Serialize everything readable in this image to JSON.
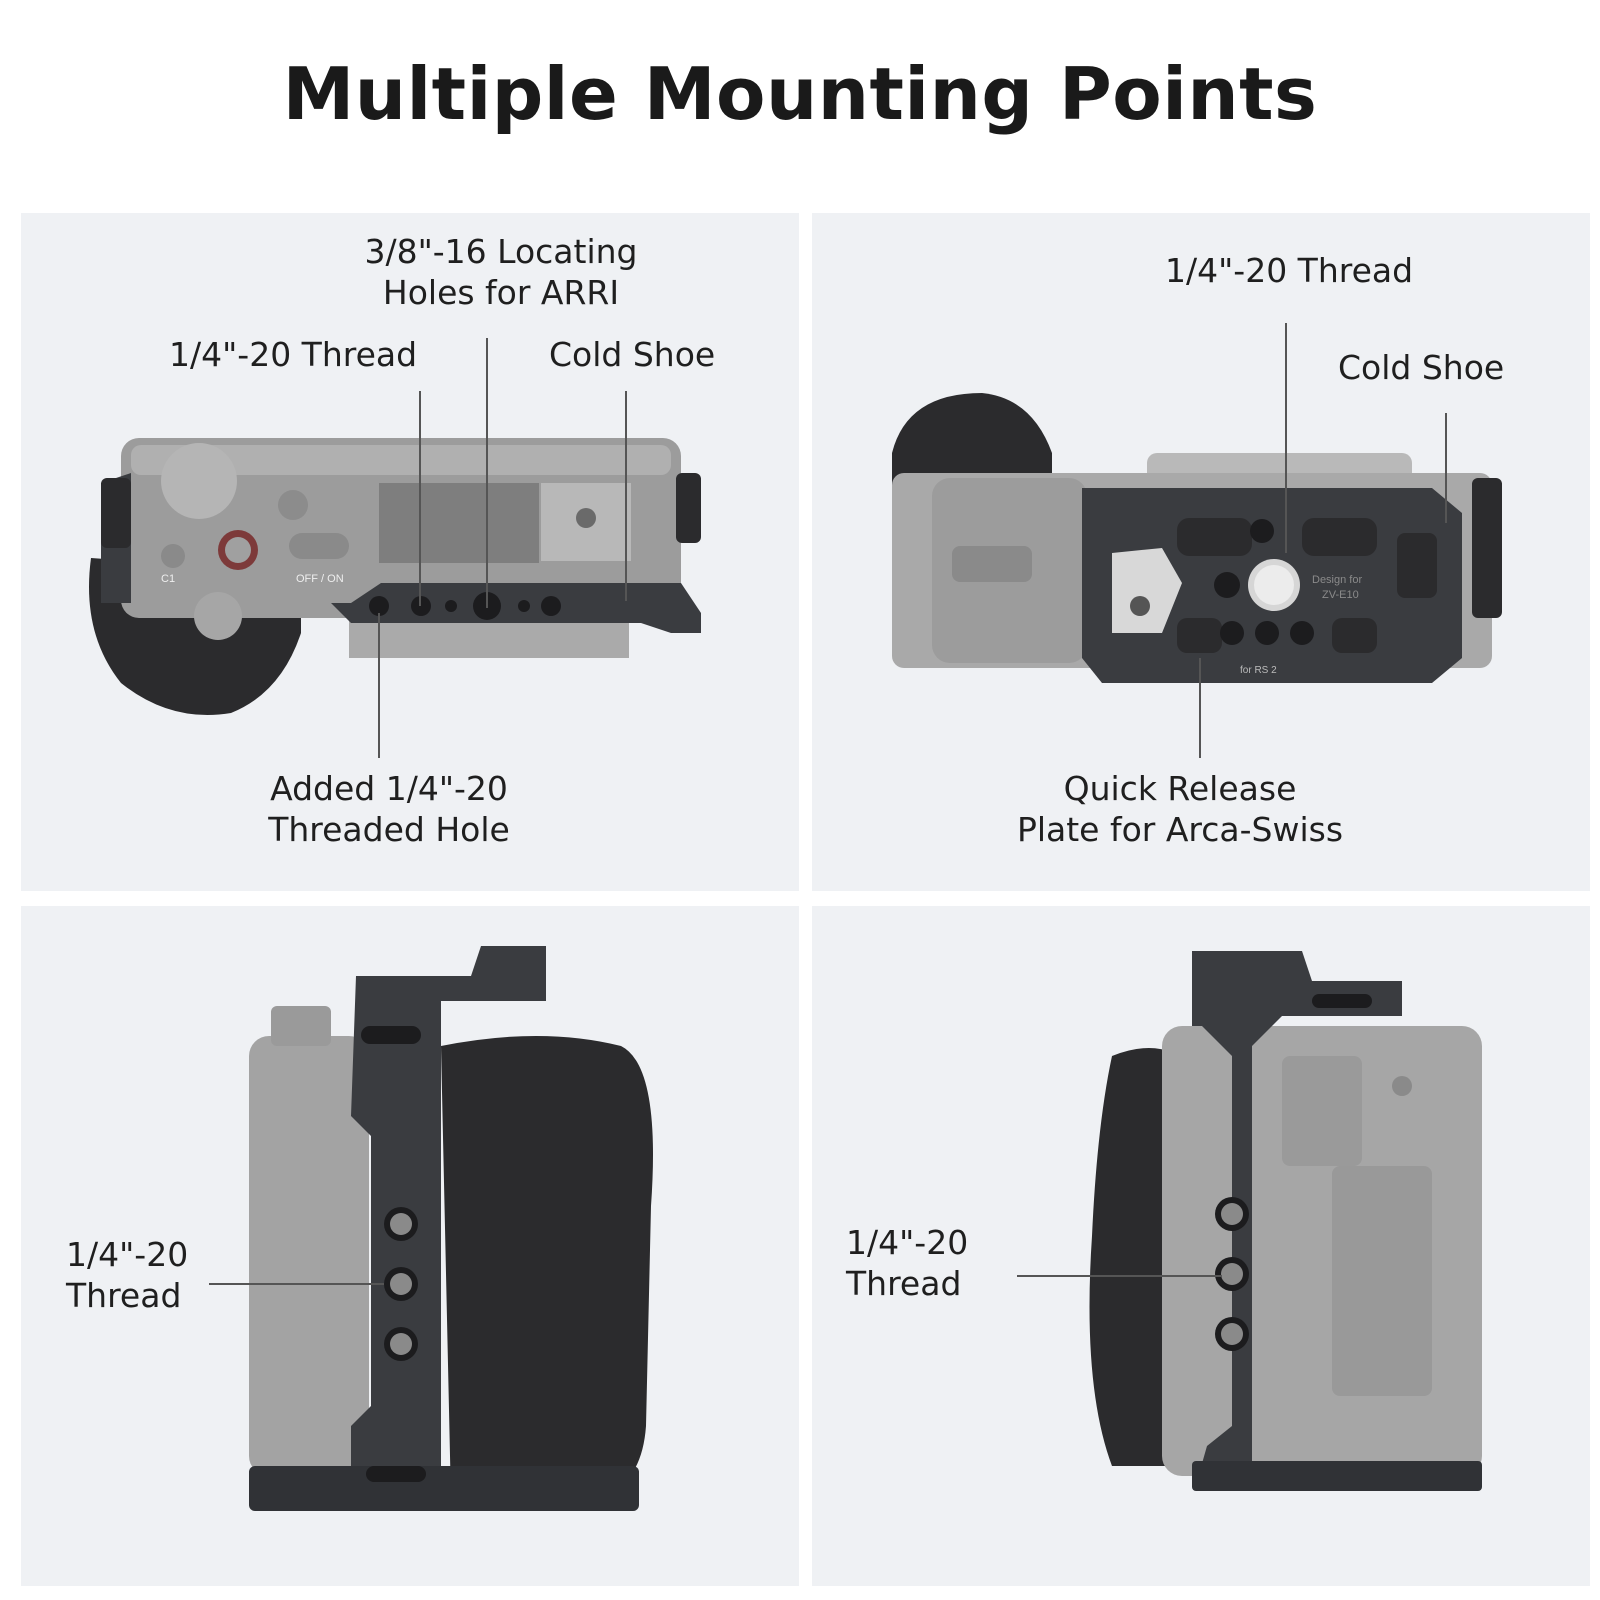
{
  "title": "Multiple Mounting Points",
  "panels": {
    "top_left": {
      "view": "top view of camera cage",
      "labels": {
        "arri": "3/8\"-16 Locating\nHoles for ARRI",
        "thread": "1/4\"-20 Thread",
        "cold_shoe": "Cold Shoe",
        "added_hole": "Added 1/4\"-20\nThreaded Hole"
      },
      "camera_marks": {
        "off_on": "OFF / ON",
        "c1": "C1"
      }
    },
    "top_right": {
      "view": "bottom view of camera cage",
      "labels": {
        "thread": "1/4\"-20 Thread",
        "cold_shoe": "Cold Shoe",
        "quick_release": "Quick Release\nPlate for Arca-Swiss"
      },
      "plate_marks": {
        "design_for": "Design for",
        "model": "ZV-E10",
        "rs2": "for RS 2"
      }
    },
    "bottom_left": {
      "view": "grip side view of camera cage",
      "labels": {
        "thread": "1/4\"-20\nThread"
      }
    },
    "bottom_right": {
      "view": "rear side view of camera cage",
      "labels": {
        "thread": "1/4\"-20\nThread"
      }
    }
  },
  "colors": {
    "panel_bg": "#eff1f4",
    "cage_metal": "#3a3c40",
    "camera_gray": "#9a9a9a",
    "grip_black": "#2b2b2d",
    "text": "#1f1f1f"
  }
}
